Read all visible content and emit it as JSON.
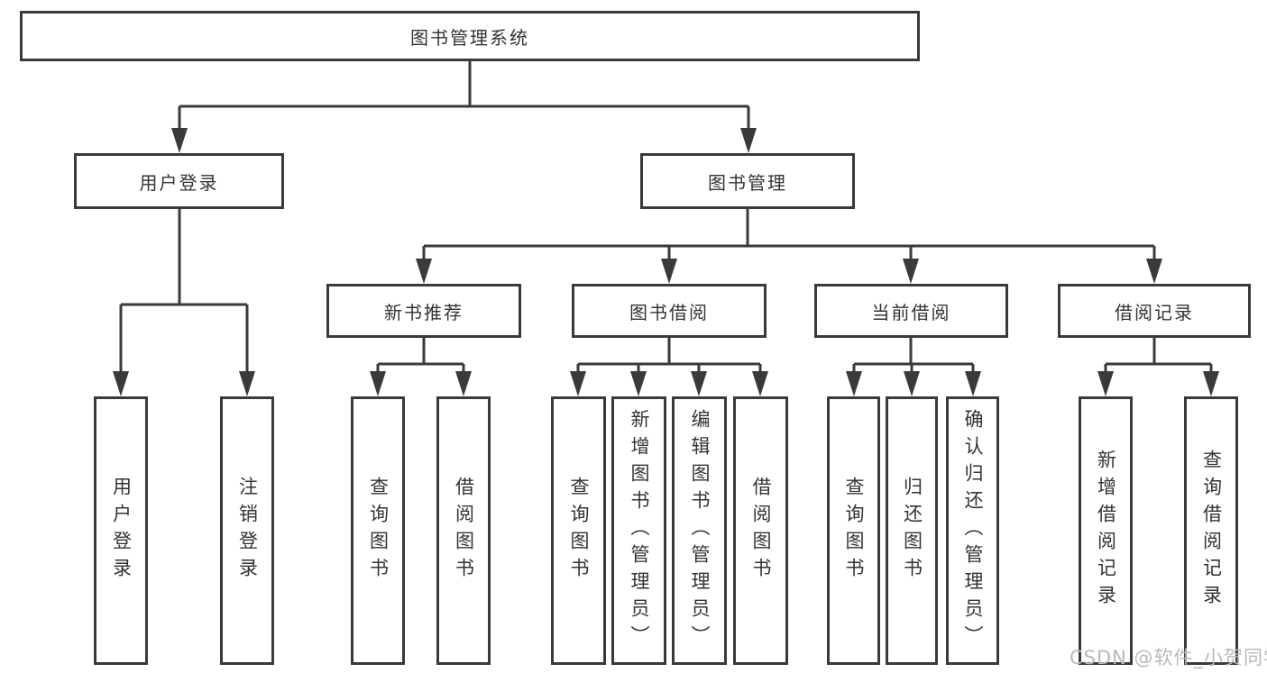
{
  "diagram": {
    "root": {
      "label": "图书管理系统"
    },
    "branches": [
      {
        "label": "用户登录",
        "children": [
          {
            "label": "用户登录"
          },
          {
            "label": "注销登录"
          }
        ]
      },
      {
        "label": "图书管理",
        "children": [
          {
            "label": "新书推荐",
            "children": [
              {
                "label": "查询图书"
              },
              {
                "label": "借阅图书"
              }
            ]
          },
          {
            "label": "图书借阅",
            "children": [
              {
                "label": "查询图书"
              },
              {
                "label": "新增图书（管理员）"
              },
              {
                "label": "编辑图书（管理员）"
              },
              {
                "label": "借阅图书"
              }
            ]
          },
          {
            "label": "当前借阅",
            "children": [
              {
                "label": "查询图书"
              },
              {
                "label": "归还图书"
              },
              {
                "label": "确认归还（管理员）"
              }
            ]
          },
          {
            "label": "借阅记录",
            "children": [
              {
                "label": "新增借阅记录"
              },
              {
                "label": "查询借阅记录"
              }
            ]
          }
        ]
      }
    ]
  },
  "watermark": {
    "text": "CSDN @软件_小贺同学"
  },
  "colors": {
    "line": "#3a3a3a",
    "text": "#333333",
    "watermark": "#b9b9b9",
    "background": "#ffffff"
  }
}
